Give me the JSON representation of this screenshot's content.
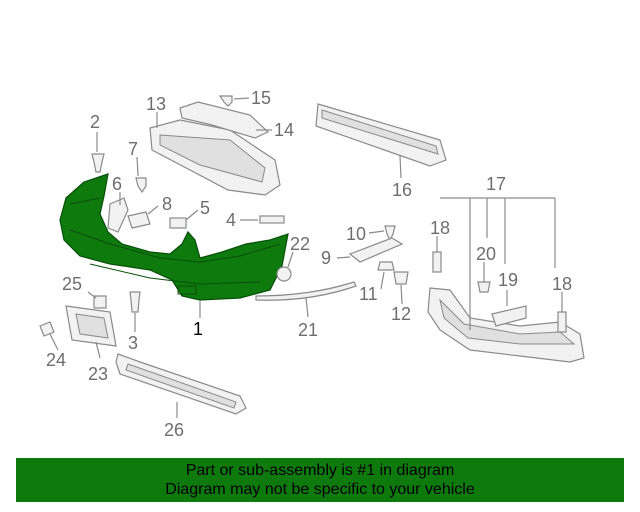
{
  "callouts": {
    "n1": "1",
    "n2": "2",
    "n3": "3",
    "n4": "4",
    "n5": "5",
    "n6": "6",
    "n7": "7",
    "n8": "8",
    "n9": "9",
    "n10": "10",
    "n11": "11",
    "n12": "12",
    "n13": "13",
    "n14": "14",
    "n15": "15",
    "n16": "16",
    "n17": "17",
    "n18a": "18",
    "n18b": "18",
    "n19": "19",
    "n20": "20",
    "n21": "21",
    "n22": "22",
    "n23": "23",
    "n24": "24",
    "n25": "25",
    "n26": "26"
  },
  "colors": {
    "highlight": "#0e7a0e",
    "banner": "#0e7a0e",
    "line": "#8a8a8a"
  },
  "banner": {
    "line1": "Part or sub-assembly is #1 in diagram",
    "line2": "Diagram may not be specific to your vehicle"
  }
}
